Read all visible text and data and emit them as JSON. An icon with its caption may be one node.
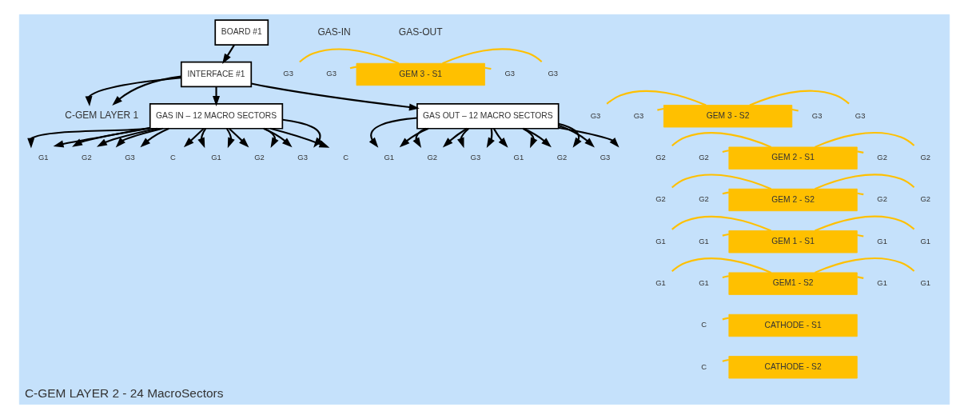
{
  "diagram": {
    "nodes": [
      {
        "text": [
          "C-GEM LAYER 2 - 24 MacroSectors"
        ]
      },
      {
        "text": [
          "BOARD #1"
        ],
        "in": 0
      },
      {
        "text": [
          "INTERFACE #1"
        ],
        "in": 0
      },
      {
        "text": [
          "C-GEM LAYER 1"
        ],
        "in": 0
      },
      {
        "text": [
          "GAS IN – 12 MACRO SECTORS"
        ],
        "in": 0
      },
      {
        "text": [
          "GAS OUT – 12 MACRO SECTORS"
        ],
        "in": 0
      },
      {
        "text": [
          "G1"
        ],
        "in": 0
      },
      {
        "text": [
          "G2"
        ],
        "in": 0
      },
      {
        "text": [
          "G3"
        ],
        "in": 0
      },
      {
        "text": [
          "C"
        ],
        "in": 0
      },
      {
        "text": [
          "G1"
        ],
        "in": 0
      },
      {
        "text": [
          "G2"
        ],
        "in": 0
      },
      {
        "text": [
          "G3"
        ],
        "in": 0
      },
      {
        "text": [
          "C"
        ],
        "in": 0
      },
      {
        "text": [
          "G1"
        ],
        "in": 0
      },
      {
        "text": [
          "G2"
        ],
        "in": 0
      },
      {
        "text": [
          "G3"
        ],
        "in": 0
      },
      {
        "text": [
          "G1"
        ],
        "in": 0
      },
      {
        "text": [
          "G2"
        ],
        "in": 0
      },
      {
        "text": [
          "G3"
        ],
        "in": 0
      },
      {
        "text": [
          "G3"
        ],
        "in": 0
      },
      {
        "text": [
          "G3"
        ],
        "in": 0
      },
      {
        "text": [
          "GEM 3 - S1"
        ],
        "in": 0
      },
      {
        "text": [
          "G3"
        ],
        "in": 0
      },
      {
        "text": [
          "G3"
        ],
        "in": 0
      },
      {
        "text": [
          "G3"
        ],
        "in": 0
      },
      {
        "text": [
          "G3"
        ],
        "in": 0
      },
      {
        "text": [
          "GEM 3 - S2"
        ],
        "in": 0
      },
      {
        "text": [
          "G3"
        ],
        "in": 0
      },
      {
        "text": [
          "G3"
        ],
        "in": 0
      },
      {
        "text": [
          "G2"
        ],
        "in": 0
      },
      {
        "text": [
          "G2"
        ],
        "in": 0
      },
      {
        "text": [
          "GEM 2 - S1"
        ],
        "in": 0
      },
      {
        "text": [
          "G2"
        ],
        "in": 0
      },
      {
        "text": [
          "G2"
        ],
        "in": 0
      },
      {
        "text": [
          "G2"
        ],
        "in": 0
      },
      {
        "text": [
          "G2"
        ],
        "in": 0
      },
      {
        "text": [
          "GEM 2 - S2"
        ],
        "in": 0
      },
      {
        "text": [
          "G2"
        ],
        "in": 0
      },
      {
        "text": [
          "G2"
        ],
        "in": 0
      },
      {
        "text": [
          "G1"
        ],
        "in": 0
      },
      {
        "text": [
          "G1"
        ],
        "in": 0
      },
      {
        "text": [
          "GEM 1 - S1"
        ],
        "in": 0
      },
      {
        "text": [
          "G1"
        ],
        "in": 0
      },
      {
        "text": [
          "G1"
        ],
        "in": 0
      },
      {
        "text": [
          "G1"
        ],
        "in": 0
      },
      {
        "text": [
          "G1"
        ],
        "in": 0
      },
      {
        "text": [
          "GEM1 - S2"
        ],
        "in": 0
      },
      {
        "text": [
          "G1"
        ],
        "in": 0
      },
      {
        "text": [
          "G1"
        ],
        "in": 0
      },
      {
        "text": [
          "C"
        ],
        "in": 0
      },
      {
        "text": [
          "CATHODE - S1"
        ],
        "in": 0
      },
      {
        "text": [
          "C"
        ],
        "in": 0
      },
      {
        "text": [
          "CATHODE - S2"
        ],
        "in": 0
      }
    ],
    "edges": [
      {
        "from": 1,
        "to": 2,
        "arrow": "to"
      },
      {
        "from": 2,
        "to": 3,
        "arrow": "to"
      },
      {
        "from": 2,
        "to": 3,
        "arrow": "to"
      },
      {
        "from": 2,
        "to": 4,
        "arrow": "to"
      },
      {
        "from": 2,
        "to": 5,
        "arrow": "to"
      },
      {
        "from": 4,
        "to": 6,
        "arrow": "to"
      },
      {
        "from": 4,
        "to": 6,
        "arrow": "to"
      },
      {
        "from": 4,
        "to": 7,
        "arrow": "to"
      },
      {
        "from": 4,
        "to": 7,
        "arrow": "to"
      },
      {
        "from": 4,
        "to": 8,
        "arrow": "to"
      },
      {
        "from": 4,
        "to": 8,
        "arrow": "to"
      },
      {
        "from": 4,
        "to": 9,
        "arrow": "to"
      },
      {
        "from": 4,
        "to": 10,
        "arrow": "to"
      },
      {
        "from": 4,
        "to": 10,
        "arrow": "to"
      },
      {
        "from": 4,
        "to": 11,
        "arrow": "to"
      },
      {
        "from": 4,
        "to": 11,
        "arrow": "to"
      },
      {
        "from": 4,
        "to": 12,
        "arrow": "to"
      },
      {
        "from": 4,
        "to": 12,
        "arrow": "to"
      },
      {
        "from": 4,
        "to": 13,
        "arrow": "to"
      },
      {
        "from": 5,
        "to": 14,
        "arrow": "to"
      },
      {
        "from": 5,
        "to": 14,
        "arrow": "to"
      },
      {
        "from": 5,
        "to": 15,
        "arrow": "to"
      },
      {
        "from": 5,
        "to": 15,
        "arrow": "to"
      },
      {
        "from": 5,
        "to": 16,
        "arrow": "to"
      },
      {
        "from": 5,
        "to": 16,
        "arrow": "to"
      },
      {
        "from": 5,
        "to": 17,
        "arrow": "to"
      },
      {
        "from": 5,
        "to": 17,
        "arrow": "to"
      },
      {
        "from": 5,
        "to": 18,
        "arrow": "to"
      },
      {
        "from": 5,
        "to": 18,
        "arrow": "to"
      },
      {
        "from": 5,
        "to": 19,
        "arrow": "to"
      },
      {
        "from": 5,
        "to": 19,
        "arrow": "to"
      },
      {
        "from": 20,
        "to": 22,
        "arrow": "none",
        "color": "#ffc000"
      },
      {
        "from": 21,
        "to": 22,
        "arrow": "none",
        "color": "#ffc000"
      },
      {
        "from": 22,
        "to": 23,
        "arrow": "none",
        "color": "#ffc000"
      },
      {
        "from": 22,
        "to": 24,
        "arrow": "none",
        "color": "#ffc000"
      },
      {
        "from": 25,
        "to": 27,
        "arrow": "none",
        "color": "#ffc000"
      },
      {
        "from": 26,
        "to": 27,
        "arrow": "none",
        "color": "#ffc000"
      },
      {
        "from": 27,
        "to": 28,
        "arrow": "none",
        "color": "#ffc000"
      },
      {
        "from": 27,
        "to": 29,
        "arrow": "none",
        "color": "#ffc000"
      },
      {
        "from": 30,
        "to": 32,
        "arrow": "none",
        "color": "#ffc000"
      },
      {
        "from": 31,
        "to": 32,
        "arrow": "none",
        "color": "#ffc000"
      },
      {
        "from": 32,
        "to": 33,
        "arrow": "none",
        "color": "#ffc000"
      },
      {
        "from": 32,
        "to": 34,
        "arrow": "none",
        "color": "#ffc000"
      },
      {
        "from": 35,
        "to": 37,
        "arrow": "none",
        "color": "#ffc000"
      },
      {
        "from": 36,
        "to": 37,
        "arrow": "none",
        "color": "#ffc000"
      },
      {
        "from": 37,
        "to": 38,
        "arrow": "none",
        "color": "#ffc000"
      },
      {
        "from": 37,
        "to": 39,
        "arrow": "none",
        "color": "#ffc000"
      },
      {
        "from": 40,
        "to": 42,
        "arrow": "none",
        "color": "#ffc000"
      },
      {
        "from": 41,
        "to": 42,
        "arrow": "none",
        "color": "#ffc000"
      },
      {
        "from": 42,
        "to": 43,
        "arrow": "none",
        "color": "#ffc000"
      },
      {
        "from": 42,
        "to": 44,
        "arrow": "none",
        "color": "#ffc000"
      },
      {
        "from": 45,
        "to": 47,
        "arrow": "none",
        "color": "#ffc000"
      },
      {
        "from": 46,
        "to": 47,
        "arrow": "none",
        "color": "#ffc000"
      },
      {
        "from": 47,
        "to": 48,
        "arrow": "none",
        "color": "#ffc000"
      },
      {
        "from": 47,
        "to": 49,
        "arrow": "none",
        "color": "#ffc000"
      },
      {
        "from": 50,
        "to": 51,
        "arrow": "none",
        "color": "#ffc000"
      },
      {
        "from": 52,
        "to": 53,
        "arrow": "none",
        "color": "#ffc000"
      }
    ],
    "labels": [
      "GAS-IN",
      "GAS-OUT"
    ]
  }
}
